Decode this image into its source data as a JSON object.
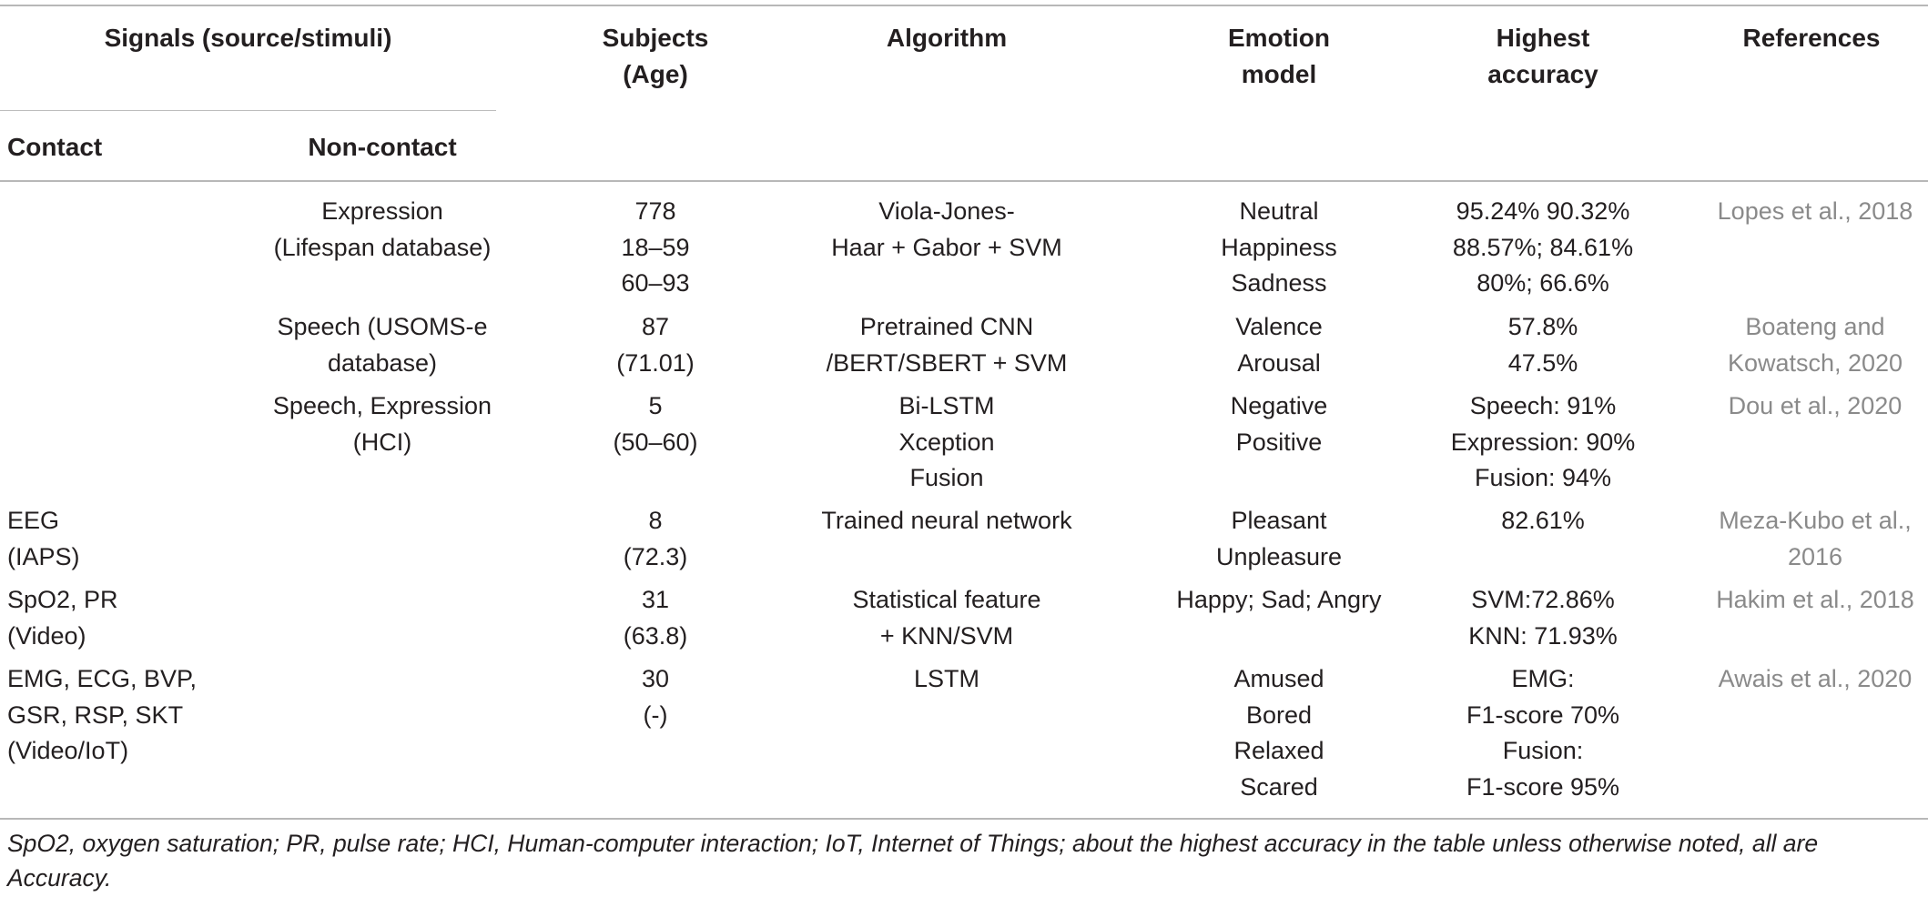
{
  "headers": {
    "signals": "Signals (source/stimuli)",
    "contact": "Contact",
    "noncontact": "Non-contact",
    "subjects": "Subjects\n(Age)",
    "algorithm": "Algorithm",
    "emotion": "Emotion\nmodel",
    "accuracy": "Highest\naccuracy",
    "references": "References"
  },
  "rows": [
    {
      "contact": "",
      "noncontact": "Expression\n(Lifespan database)",
      "subjects": "778\n18–59\n60–93",
      "algorithm": "Viola-Jones-\nHaar + Gabor + SVM",
      "emotion": "Neutral\nHappiness\nSadness",
      "accuracy": "95.24% 90.32%\n88.57%; 84.61%\n80%; 66.6%",
      "reference": "Lopes et al., 2018"
    },
    {
      "contact": "",
      "noncontact": "Speech (USOMS-e\ndatabase)",
      "subjects": "87\n(71.01)",
      "algorithm": "Pretrained CNN\n/BERT/SBERT + SVM",
      "emotion": "Valence\nArousal",
      "accuracy": "57.8%\n47.5%",
      "reference": "Boateng and\nKowatsch, 2020"
    },
    {
      "contact": "",
      "noncontact": "Speech, Expression\n(HCI)",
      "subjects": "5\n(50–60)",
      "algorithm": "Bi-LSTM\nXception\nFusion",
      "emotion": "Negative\nPositive",
      "accuracy": "Speech: 91%\nExpression: 90%\nFusion: 94%",
      "reference": "Dou et al., 2020"
    },
    {
      "contact": "EEG\n(IAPS)",
      "noncontact": "",
      "subjects": "8\n(72.3)",
      "algorithm": "Trained neural network",
      "emotion": "Pleasant\nUnpleasure",
      "accuracy": "82.61%",
      "reference": "Meza-Kubo et al.,\n2016"
    },
    {
      "contact": "SpO2, PR\n(Video)",
      "noncontact": "",
      "subjects": "31\n(63.8)",
      "algorithm": "Statistical feature\n+ KNN/SVM",
      "emotion": "Happy; Sad; Angry",
      "accuracy": "SVM:72.86%\nKNN: 71.93%",
      "reference": "Hakim et al., 2018"
    },
    {
      "contact": "EMG, ECG, BVP,\nGSR, RSP, SKT\n(Video/IoT)",
      "noncontact": "",
      "subjects": "30\n(-)",
      "algorithm": "LSTM",
      "emotion": "Amused\nBored\nRelaxed\nScared",
      "accuracy": "EMG:\nF1-score 70%\nFusion:\nF1-score 95%",
      "reference": "Awais et al., 2020"
    }
  ],
  "footnote": "SpO2, oxygen saturation; PR, pulse rate; HCI, Human-computer interaction; IoT, Internet of Things; about the highest accuracy in the table unless otherwise noted, all are Accuracy."
}
